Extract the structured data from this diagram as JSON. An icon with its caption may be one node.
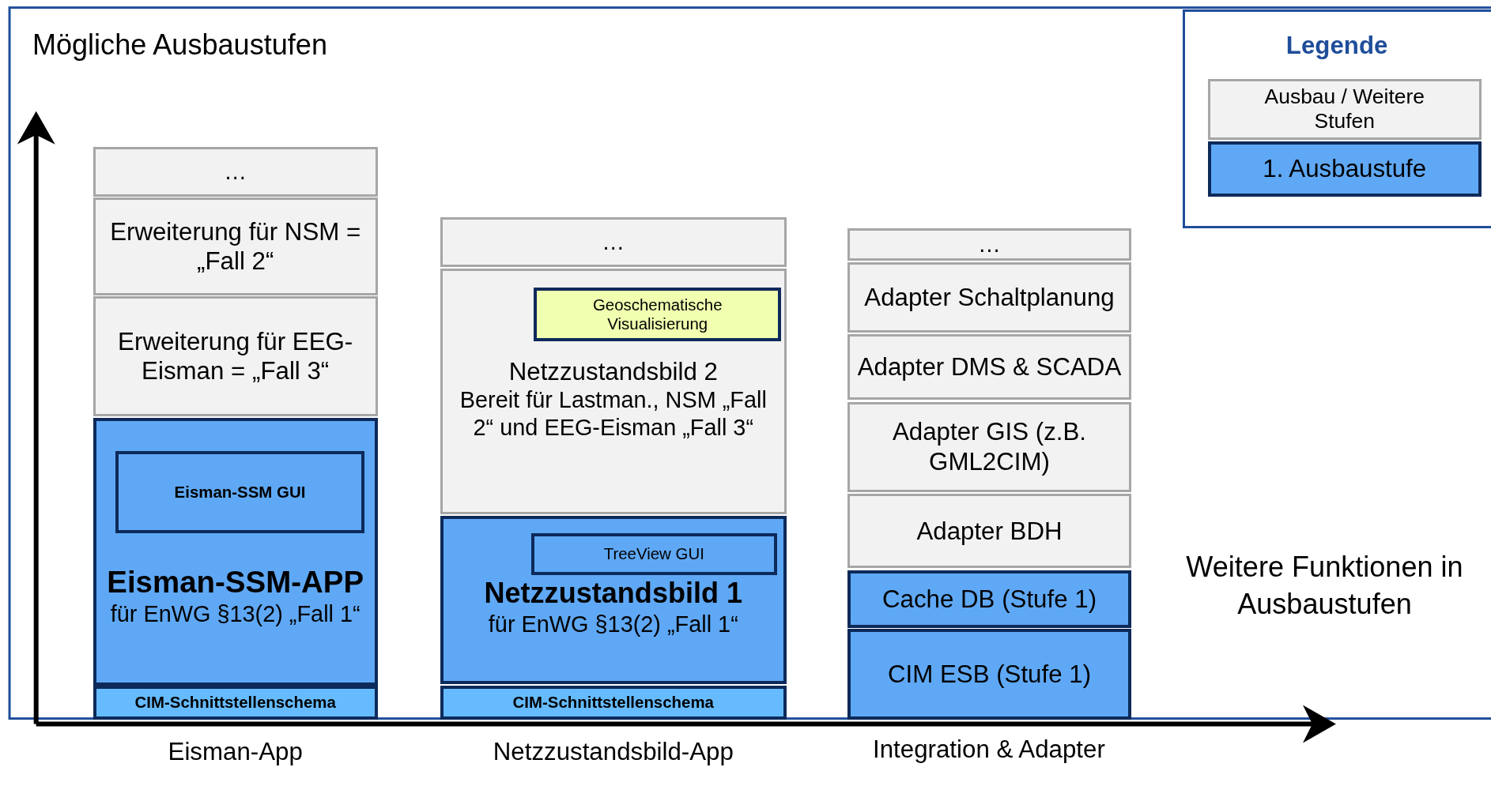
{
  "diagram": {
    "nodes": [
      {
        "text": [
          "…"
        ]
      },
      {
        "text": [
          "Erweiterung für NSM = „Fall 2“"
        ]
      },
      {
        "text": [
          "Erweiterung für EEG-Eisman = „Fall 3“"
        ]
      },
      {
        "text": [
          "Eisman-SSM-APP",
          "für EnWG §13(2) „Fall 1“"
        ]
      },
      {
        "text": [
          "Eisman-SSM GUI"
        ],
        "in": 3
      },
      {
        "text": [
          "CIM-Schnittstellenschema"
        ]
      },
      {
        "text": [
          "…"
        ]
      },
      {
        "text": [
          "Netzzustandsbild 2",
          "Bereit für Lastman., NSM „Fall 2“ und EEG-Eisman „Fall 3“"
        ]
      },
      {
        "text": [
          "Geoschematische Visualisierung"
        ],
        "in": 7
      },
      {
        "text": [
          "Netzzustandsbild 1",
          "für EnWG §13(2) „Fall 1“"
        ]
      },
      {
        "text": [
          "TreeView GUI"
        ],
        "in": 9
      },
      {
        "text": [
          "CIM-Schnittstellenschema"
        ]
      },
      {
        "text": [
          "…"
        ]
      },
      {
        "text": [
          "Adapter Schaltplanung"
        ]
      },
      {
        "text": [
          "Adapter DMS & SCADA"
        ]
      },
      {
        "text": [
          "Adapter GIS (z.B. GML2CIM)"
        ]
      },
      {
        "text": [
          "Adapter BDH"
        ]
      },
      {
        "text": [
          "Cache DB (Stufe 1)"
        ]
      },
      {
        "text": [
          "CIM ESB (Stufe 1)"
        ]
      }
    ],
    "labels": [
      "Mögliche Ausbaustufen",
      "Legende",
      "Eisman-App",
      "Netzzustandsbild-App",
      "Integration & Adapter",
      "Weitere Funktionen in Ausbaustufen"
    ],
    "legend": [
      {
        "text": "Ausbau / Weitere Stufen",
        "color": "#f2f2f2"
      },
      {
        "text": "1. Ausbaustufe",
        "color": "#5fa8f5"
      }
    ]
  }
}
